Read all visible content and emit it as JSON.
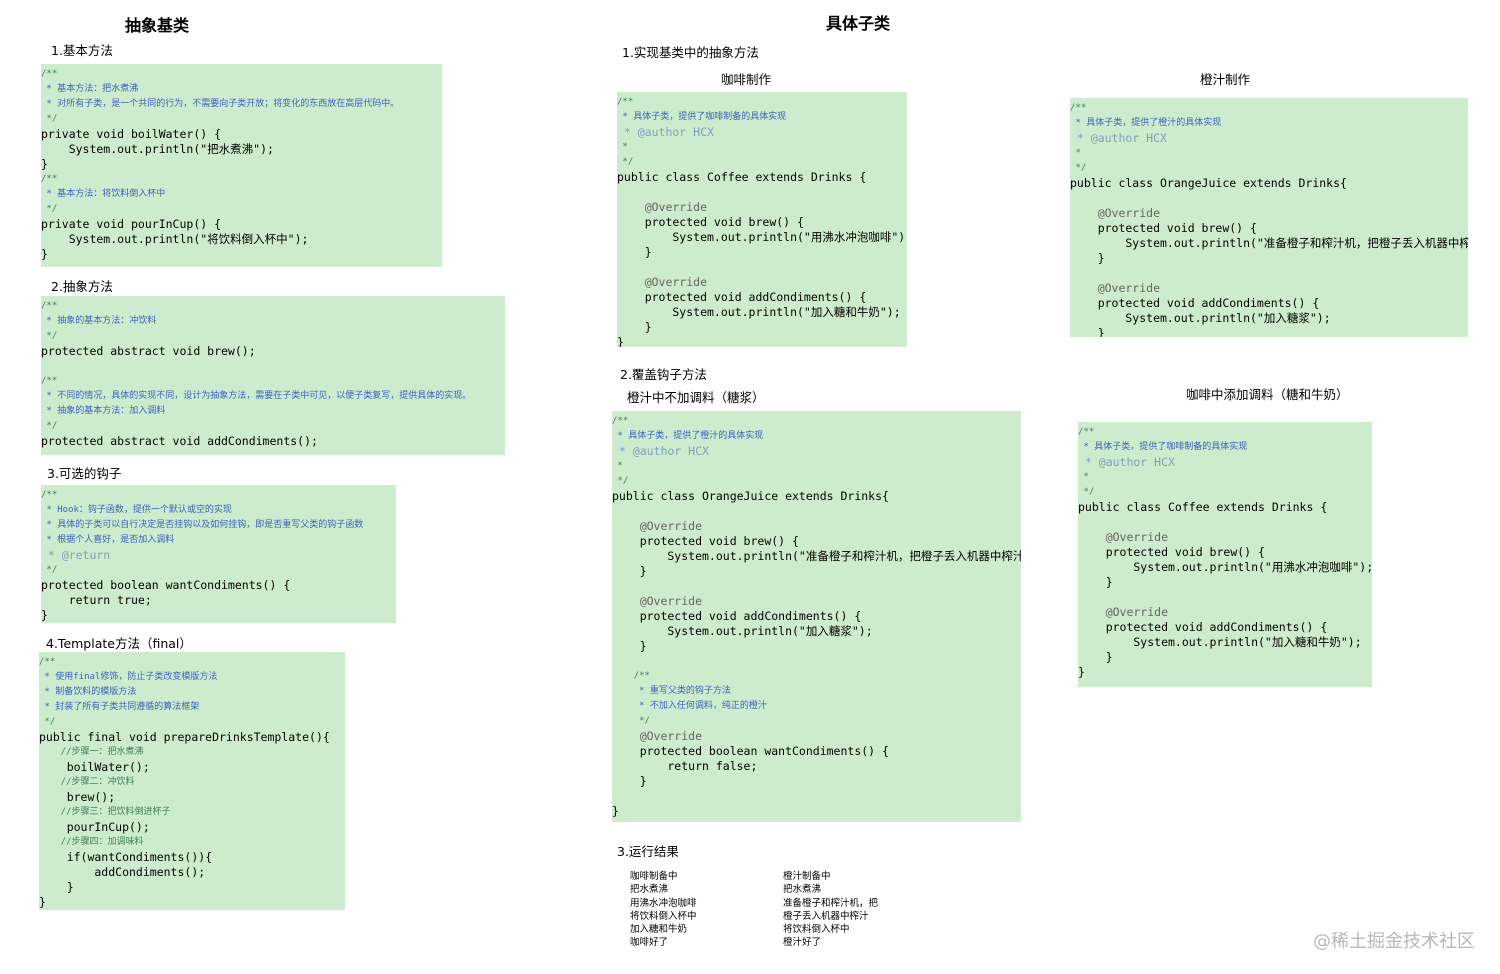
{
  "left": {
    "title": "抽象基类",
    "s1": "1.基本方法",
    "s2": "2.抽象方法",
    "s3": "3.可选的钩子",
    "s4": "4.Template方法（final）"
  },
  "right": {
    "title": "具体子类",
    "s1": "1.实现基类中的抽象方法",
    "coffee_label": "咖啡制作",
    "orange_label": "橙汁制作",
    "s2": "2.覆盖钩子方法",
    "orange_nocond_label": "橙汁中不加调料（糖浆）",
    "coffee_cond_label": "咖啡中添加调料（糖和牛奶）",
    "s3": "3.运行结果"
  },
  "code_basic": [
    "/**",
    " * 基本方法：把水煮沸",
    " * 对所有子类，是一个共同的行为，不需要向子类开放；将变化的东西放在高层代码中。",
    " */",
    "private void boilWater() {",
    "    System.out.println(\"把水煮沸\");",
    "}",
    "/**",
    " * 基本方法：将饮料倒入杯中",
    " */",
    "private void pourInCup() {",
    "    System.out.println(\"将饮料倒入杯中\");",
    "}"
  ],
  "code_abstract": [
    "/**",
    " * 抽象的基本方法：冲饮料",
    " */",
    "protected abstract void brew();",
    "",
    "/**",
    " * 不同的情况，具体的实现不同，设计为抽象方法，需要在子类中可见，以便子类复写，提供具体的实现。",
    " * 抽象的基本方法：加入调料",
    " */",
    "protected abstract void addCondiments();"
  ],
  "code_hook": [
    "/**",
    " * Hook：钩子函数，提供一个默认或空的实现",
    " * 具体的子类可以自行决定是否挂钩以及如何挂钩，即是否重写父类的钩子函数",
    " * 根据个人喜好，是否加入调料",
    " * @return",
    " */",
    "protected boolean wantCondiments() {",
    "    return true;",
    "}"
  ],
  "code_template": [
    "/**",
    " * 使用final修饰，防止子类改变模版方法",
    " * 制备饮料的模版方法",
    " * 封装了所有子类共同遵循的算法框架",
    " */",
    "public final void prepareDrinksTemplate(){",
    "    //步骤一：把水煮沸",
    "    boilWater();",
    "    //步骤二：冲饮料",
    "    brew();",
    "    //步骤三：把饮料倒进杯子",
    "    pourInCup();",
    "    //步骤四：加调味料",
    "    if(wantCondiments()){",
    "        addCondiments();",
    "    }",
    "}"
  ],
  "code_coffee": [
    "/**",
    " * 具体子类，提供了咖啡制备的具体实现",
    " * @author HCX",
    " *",
    " */",
    "public class Coffee extends Drinks {",
    "",
    "    @Override",
    "    protected void brew() {",
    "        System.out.println(\"用沸水冲泡咖啡\");",
    "    }",
    "",
    "    @Override",
    "    protected void addCondiments() {",
    "        System.out.println(\"加入糖和牛奶\");",
    "    }",
    "}"
  ],
  "code_orange": [
    "/**",
    " * 具体子类，提供了橙汁的具体实现",
    " * @author HCX",
    " *",
    " */",
    "public class OrangeJuice extends Drinks{",
    "",
    "    @Override",
    "    protected void brew() {",
    "        System.out.println(\"准备橙子和榨汁机，把橙子丢入机器中榨汁\");",
    "    }",
    "",
    "    @Override",
    "    protected void addCondiments() {",
    "        System.out.println(\"加入糖浆\");",
    "    }"
  ],
  "code_orange_hook": [
    "/**",
    " * 具体子类，提供了橙汁的具体实现",
    " * @author HCX",
    " *",
    " */",
    "public class OrangeJuice extends Drinks{",
    "",
    "    @Override",
    "    protected void brew() {",
    "        System.out.println(\"准备橙子和榨汁机，把橙子丢入机器中榨汁\");",
    "    }",
    "",
    "    @Override",
    "    protected void addCondiments() {",
    "        System.out.println(\"加入糖浆\");",
    "    }",
    "",
    "    /**",
    "     * 重写父类的钩子方法",
    "     * 不加入任何调料，纯正的橙汁",
    "     */",
    "    @Override",
    "    protected boolean wantCondiments() {",
    "        return false;",
    "    }",
    "",
    "}"
  ],
  "code_coffee_hook": [
    "/**",
    " * 具体子类，提供了咖啡制备的具体实现",
    " * @author HCX",
    " *",
    " */",
    "public class Coffee extends Drinks {",
    "",
    "    @Override",
    "    protected void brew() {",
    "        System.out.println(\"用沸水冲泡咖啡\");",
    "    }",
    "",
    "    @Override",
    "    protected void addCondiments() {",
    "        System.out.println(\"加入糖和牛奶\");",
    "    }",
    "}"
  ],
  "result_coffee": [
    "咖啡制备中",
    "把水煮沸",
    "用沸水冲泡咖啡",
    "将饮料倒入杯中",
    "加入糖和牛奶",
    "咖啡好了"
  ],
  "result_orange": [
    "橙汁制备中",
    "把水煮沸",
    "准备橙子和榨汁机，把",
    "橙子丢入机器中榨汁",
    "将饮料倒入杯中",
    "橙汁好了"
  ],
  "watermark": "@稀土掘金技术社区"
}
